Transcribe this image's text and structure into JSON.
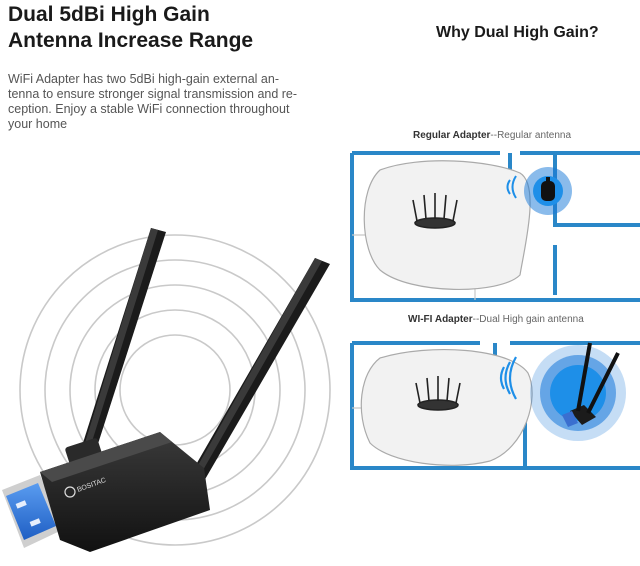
{
  "heading": {
    "line1": "Dual 5dBi High Gain",
    "line2": "Antenna Increase Range"
  },
  "description": {
    "line1": "WiFi Adapter has two 5dBi high-gain external an-",
    "line2": "tenna to ensure stronger signal transmission and re-",
    "line3": "ception. Enjoy a stable WiFi connection throughout",
    "line4": "your home"
  },
  "comparison": {
    "title": "Why Dual High Gain?",
    "regular": {
      "name": "Regular Adapter",
      "detail": "--Regular antenna"
    },
    "wifi": {
      "name": "WI-FI Adapter",
      "detail": "--Dual High gain antenna"
    }
  },
  "product": {
    "brand": "BOSITAC"
  },
  "colors": {
    "wall": "#2a87c8",
    "signal": "#1e8fe8",
    "glow": "#1677d8",
    "device": "#1b1b1b",
    "usb": "#2b6fd6"
  }
}
